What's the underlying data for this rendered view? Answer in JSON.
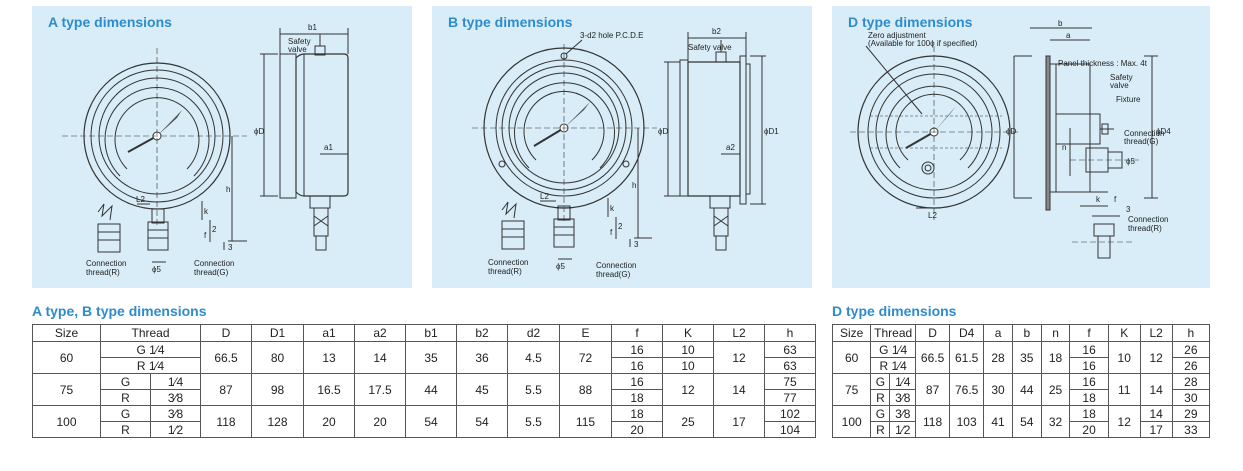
{
  "panels": {
    "a": {
      "title": "A type dimensions",
      "labels": {
        "b1": "b1",
        "safety": "Safety",
        "valve": "valve",
        "D": "ϕD",
        "a1": "a1",
        "h": "h",
        "L2": "L2",
        "k": "k",
        "two": "2",
        "f": "f",
        "three": "3",
        "phi5": "ϕ5",
        "conn_r1": "Connection",
        "conn_r2": "thread(R)",
        "conn_g1": "Connection",
        "conn_g2": "thread(G)"
      }
    },
    "b": {
      "title": "B type dimensions",
      "labels": {
        "hole": "3-d2 hole P.C.D.E",
        "b2": "b2",
        "safety": "Safety valve",
        "D": "ϕD",
        "D1": "ϕD1",
        "a2": "a2",
        "h": "h",
        "L2": "L2",
        "k": "k",
        "two": "2",
        "f": "f",
        "three": "3",
        "phi5": "ϕ5",
        "conn_r1": "Connection",
        "conn_r2": "thread(R)",
        "conn_g1": "Connection",
        "conn_g2": "thread(G)"
      }
    },
    "d": {
      "title": "D type dimensions",
      "labels": {
        "zero1": "Zero adjustment",
        "zero2": "(Available for 100ϕ if specified)",
        "b": "b",
        "a": "a",
        "panel_thick": "Panel thickness : Max. 4t",
        "safety1": "Safety",
        "safety2": "valve",
        "fixture": "Fixture",
        "D": "ϕD",
        "D4": "ϕD4",
        "n": "n",
        "conn_g1": "Connection",
        "conn_g2": "thread(G)",
        "phi5": "ϕ5",
        "L2": "L2",
        "k": "k",
        "f": "f",
        "three": "3",
        "conn_r1": "Connection",
        "conn_r2": "thread(R)"
      }
    }
  },
  "table_ab": {
    "title": "A type, B type dimensions",
    "headers": [
      "Size",
      "Thread",
      "D",
      "D1",
      "a1",
      "a2",
      "b1",
      "b2",
      "d2",
      "E",
      "f",
      "K",
      "L2",
      "h"
    ],
    "rows": [
      {
        "size": "60",
        "t1": "G 1⁄4",
        "t2": "R 1⁄4",
        "D": "66.5",
        "D1": "80",
        "a1": "13",
        "a2": "14",
        "b1": "35",
        "b2": "36",
        "d2": "4.5",
        "E": "72",
        "f1": "16",
        "f2": "16",
        "K1": "10",
        "K2": "10",
        "L2": "12",
        "h1": "63",
        "h2": "63"
      },
      {
        "size": "75",
        "l1": "G",
        "l2": "R",
        "s1": "1⁄4",
        "s2": "3⁄8",
        "D": "87",
        "D1": "98",
        "a1": "16.5",
        "a2": "17.5",
        "b1": "44",
        "b2": "45",
        "d2": "5.5",
        "E": "88",
        "f1": "16",
        "f2": "18",
        "K": "12",
        "L2": "14",
        "h1": "75",
        "h2": "77"
      },
      {
        "size": "100",
        "l1": "G",
        "l2": "R",
        "s1": "3⁄8",
        "s2": "1⁄2",
        "D": "118",
        "D1": "128",
        "a1": "20",
        "a2": "20",
        "b1": "54",
        "b2": "54",
        "d2": "5.5",
        "E": "115",
        "f1": "18",
        "f2": "20",
        "K": "25",
        "L2": "17",
        "h1": "102",
        "h2": "104"
      }
    ]
  },
  "table_d": {
    "title": "D type dimensions",
    "headers": [
      "Size",
      "Thread",
      "D",
      "D4",
      "a",
      "b",
      "n",
      "f",
      "K",
      "L2",
      "h"
    ],
    "rows": [
      {
        "size": "60",
        "t1": "G 1⁄4",
        "t2": "R 1⁄4",
        "D": "66.5",
        "D4": "61.5",
        "a": "28",
        "b": "35",
        "n": "18",
        "f1": "16",
        "f2": "16",
        "K": "10",
        "L2": "12",
        "h1": "26",
        "h2": "26"
      },
      {
        "size": "75",
        "l1": "G",
        "l2": "R",
        "s1": "1⁄4",
        "s2": "3⁄8",
        "D": "87",
        "D4": "76.5",
        "a": "30",
        "b": "44",
        "n": "25",
        "f1": "16",
        "f2": "18",
        "K": "11",
        "L2": "14",
        "h1": "28",
        "h2": "30"
      },
      {
        "size": "100",
        "l1": "G",
        "l2": "R",
        "s1": "3⁄8",
        "s2": "1⁄2",
        "D": "118",
        "D4": "103",
        "a": "41",
        "b": "54",
        "n": "32",
        "f1": "18",
        "f2": "20",
        "K": "12",
        "L2a": "14",
        "L2b": "17",
        "h1": "29",
        "h2": "33"
      }
    ]
  }
}
